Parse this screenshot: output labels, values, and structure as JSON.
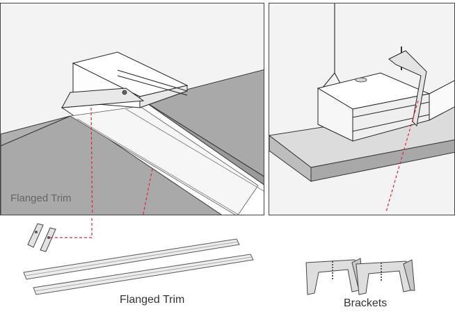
{
  "labels": {
    "inset_label": "Flanged Trim",
    "caption_trim": "Flanged Trim",
    "caption_brackets": "Brackets"
  },
  "colors": {
    "callout_line": "#e0263a",
    "ceiling_gray": "#a9a9a9",
    "ceiling_slab": "#dcdcdc",
    "outline": "#222222",
    "panel_background": "#f3f3f3"
  }
}
